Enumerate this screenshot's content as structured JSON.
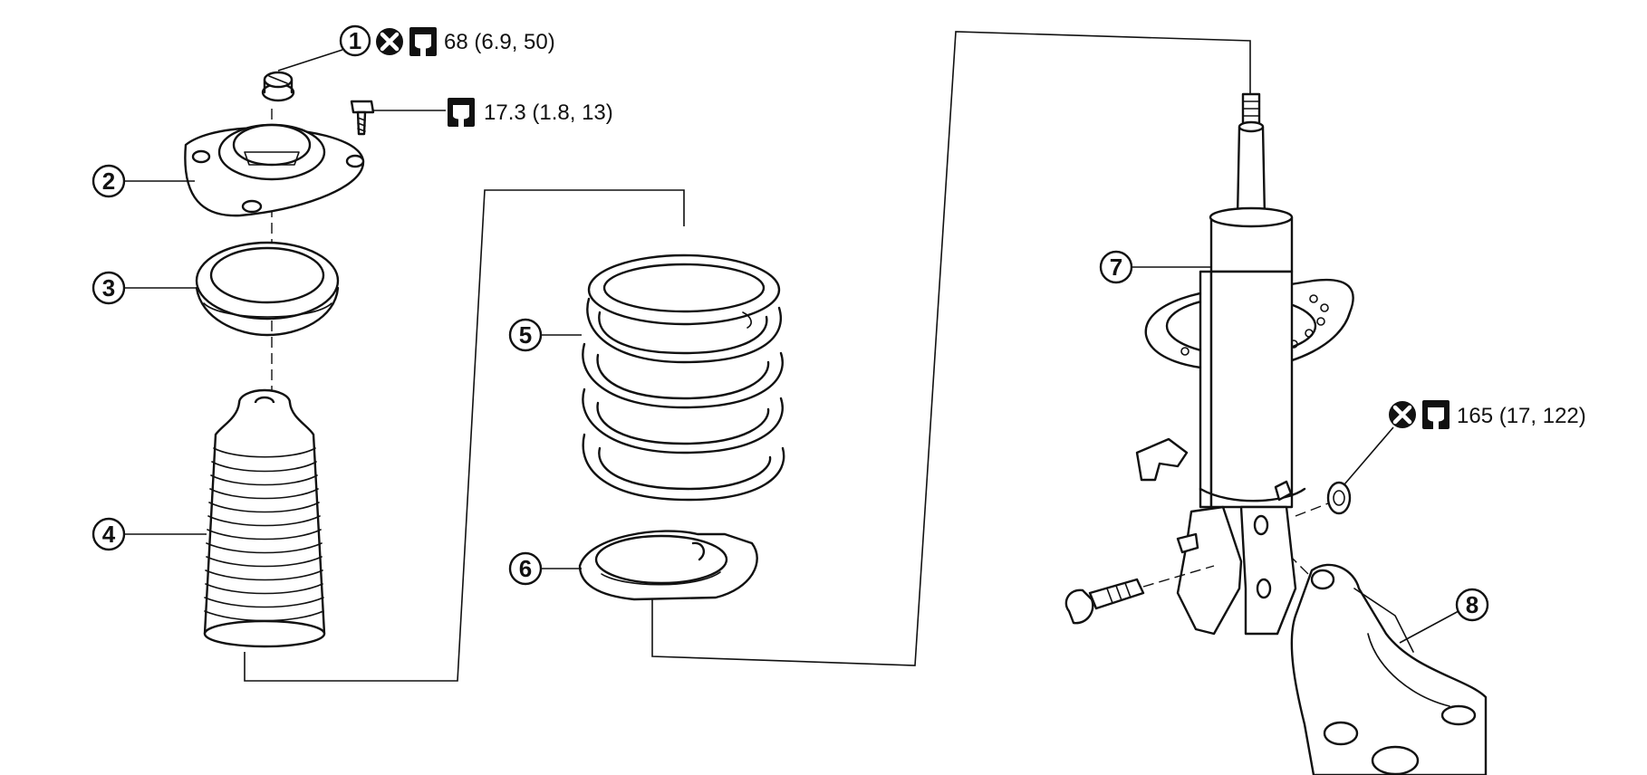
{
  "callouts": [
    {
      "id": "1",
      "label": "①"
    },
    {
      "id": "2",
      "label": "②"
    },
    {
      "id": "3",
      "label": "③"
    },
    {
      "id": "4",
      "label": "④"
    },
    {
      "id": "5",
      "label": "⑤"
    },
    {
      "id": "6",
      "label": "⑥"
    },
    {
      "id": "7",
      "label": "⑦"
    },
    {
      "id": "8",
      "label": "⑧"
    }
  ],
  "torque": {
    "top_nut": "68 (6.9, 50)",
    "mount_bolt": "17.3 (1.8, 13)",
    "strut_nut": "165 (17, 122)"
  },
  "icons": {
    "never_reuse": "never-reuse-x-icon",
    "torque_wrench": "torque-wrench-icon"
  }
}
